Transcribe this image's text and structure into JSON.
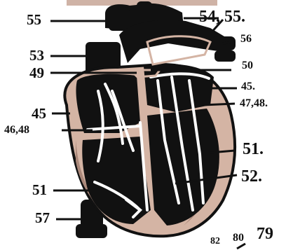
{
  "colors": {
    "ink": "#111111",
    "muscle": "#d4b4a4",
    "muscle_shadow": "#a98779",
    "background": "#ffffff",
    "top_band": "#cfb3a6"
  },
  "labels": {
    "l55_left": "55",
    "l54_55": "54, 55.",
    "l56": "56",
    "l53": "53",
    "l49": "49",
    "l50": "50",
    "l45_right": "45.",
    "l4748": "47,48.",
    "l45_left": "45",
    "l4648": "46,48",
    "l51_right": "51.",
    "l52": "52.",
    "l51_left": "51",
    "l57": "57",
    "l82": "82",
    "l80": "80",
    "l79": "79"
  }
}
